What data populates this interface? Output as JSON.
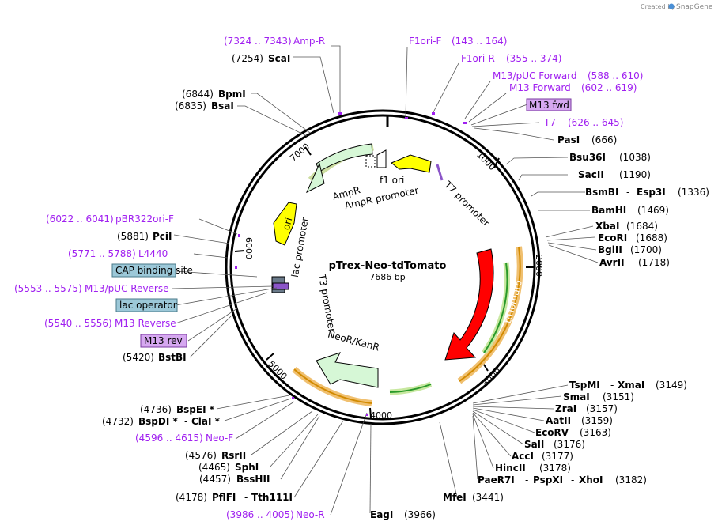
{
  "credit": {
    "text": "Created by",
    "brand": "SnapGene"
  },
  "plasmid": {
    "name": "pTrex-Neo-tdTomato",
    "length": "7686 bp"
  },
  "ticks": [
    "1000",
    "2000",
    "3000",
    "4000",
    "5000",
    "6000",
    "7000"
  ],
  "features": {
    "f1_ori": "f1 ori",
    "ampr": "AmpR",
    "ampr_promoter": "AmpR promoter",
    "t7_promoter": "T7 promoter",
    "ori": "ori",
    "lac_promoter": "lac promoter",
    "t3_promoter": "T3 promoter",
    "tdtomato": "tdTomato",
    "neor": "NeoR/KanR"
  },
  "boxed": {
    "cap": "CAP binding site",
    "lacop": "lac operator",
    "m13rev": "M13 rev",
    "m13fwd": "M13 fwd"
  },
  "primers": {
    "ampr": {
      "pos": "(7324 .. 7343)",
      "name": "Amp-R"
    },
    "f1orif": {
      "name": "F1ori-F",
      "pos": "(143 .. 164)"
    },
    "f1orir": {
      "name": "F1ori-R",
      "pos": "(355 .. 374)"
    },
    "m13pucf": {
      "name": "M13/pUC Forward",
      "pos": "(588 .. 610)"
    },
    "m13f": {
      "name": "M13 Forward",
      "pos": "(602 .. 619)"
    },
    "t7": {
      "name": "T7",
      "pos": "(626 .. 645)"
    },
    "pbr": {
      "pos": "(6022 .. 6041)",
      "name": "pBR322ori-F"
    },
    "l4440": {
      "pos": "(5771 .. 5788)",
      "name": "L4440"
    },
    "m13pucr": {
      "pos": "(5553 .. 5575)",
      "name": "M13/pUC Reverse"
    },
    "m13r": {
      "pos": "(5540 .. 5556)",
      "name": "M13 Reverse"
    },
    "neof": {
      "pos": "(4596 .. 4615)",
      "name": "Neo-F"
    },
    "neor": {
      "pos": "(3986 .. 4005)",
      "name": "Neo-R"
    }
  },
  "enzymes": {
    "scai": {
      "pos": "(7254)",
      "name": "ScaI"
    },
    "bpmi": {
      "pos": "(6844)",
      "name": "BpmI"
    },
    "bsai": {
      "pos": "(6835)",
      "name": "BsaI"
    },
    "pasi": {
      "name": "PasI",
      "pos": "(666)"
    },
    "bsu36i": {
      "name": "Bsu36I",
      "pos": "(1038)"
    },
    "sacii": {
      "name": "SacII",
      "pos": "(1190)"
    },
    "bsmbi": {
      "name": "BsmBI",
      "sep": "-",
      "name2": "Esp3I",
      "pos": "(1336)"
    },
    "bamhi": {
      "name": "BamHI",
      "pos": "(1469)"
    },
    "xbai": {
      "name": "XbaI",
      "pos": "(1684)"
    },
    "ecori": {
      "name": "EcoRI",
      "pos": "(1688)"
    },
    "bglii": {
      "name": "BglII",
      "pos": "(1700)"
    },
    "avrii": {
      "name": "AvrII",
      "pos": "(1718)"
    },
    "pcii": {
      "pos": "(5881)",
      "name": "PciI"
    },
    "bstbi": {
      "pos": "(5420)",
      "name": "BstBI"
    },
    "tspmi": {
      "name": "TspMI",
      "sep": "-",
      "name2": "XmaI",
      "pos": "(3149)"
    },
    "smai": {
      "name": "SmaI",
      "pos": "(3151)"
    },
    "zrai": {
      "name": "ZraI",
      "pos": "(3157)"
    },
    "aatii": {
      "name": "AatII",
      "pos": "(3159)"
    },
    "ecorv": {
      "name": "EcoRV",
      "pos": "(3163)"
    },
    "sali": {
      "name": "SalI",
      "pos": "(3176)"
    },
    "acci": {
      "name": "AccI",
      "pos": "(3177)"
    },
    "hincii": {
      "name": "HincII",
      "pos": "(3178)"
    },
    "paer7i": {
      "name": "PaeR7I",
      "sep": "-",
      "name2": "PspXI",
      "sep2": "-",
      "name3": "XhoI",
      "pos": "(3182)"
    },
    "mfei": {
      "name": "MfeI",
      "pos": "(3441)"
    },
    "eagi": {
      "name": "EagI",
      "pos": "(3966)"
    },
    "pflfi": {
      "pos": "(4178)",
      "name": "PflFI",
      "sep": "-",
      "name2": "Tth111I"
    },
    "bsshii": {
      "pos": "(4457)",
      "name": "BssHII"
    },
    "sphi": {
      "pos": "(4465)",
      "name": "SphI"
    },
    "rsrii": {
      "pos": "(4576)",
      "name": "RsrII"
    },
    "bspdi": {
      "pos": "(4732)",
      "name": "BspDI *",
      "sep": "-",
      "name2": "ClaI *"
    },
    "bspei": {
      "pos": "(4736)",
      "name": "BspEI *"
    }
  }
}
